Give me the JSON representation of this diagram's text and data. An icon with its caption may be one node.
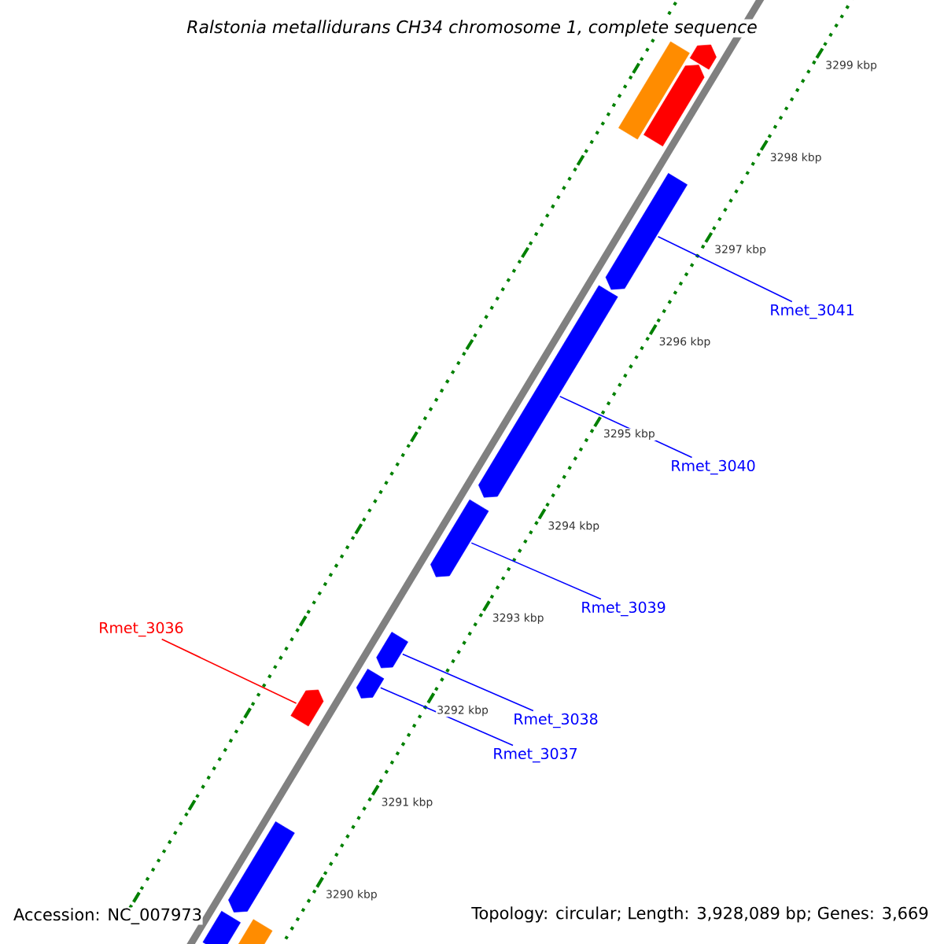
{
  "diagram": {
    "title": "Ralstonia metallidurans CH34 chromosome 1, complete sequence",
    "nodes": [
      {
        "text": [
          "Rmet_3041"
        ]
      },
      {
        "text": [
          "Rmet_3040"
        ]
      },
      {
        "text": [
          "Rmet_3039"
        ]
      },
      {
        "text": [
          "Rmet_3038"
        ]
      },
      {
        "text": [
          "Rmet_3037"
        ]
      },
      {
        "text": [
          "Rmet_3036"
        ]
      },
      {
        "text": [],
        "shape": "bar"
      },
      {
        "text": [],
        "shape": "bar"
      },
      {
        "text": [],
        "shape": "bar"
      },
      {
        "text": [],
        "shape": "bar"
      },
      {
        "text": [],
        "shape": "bar"
      },
      {
        "text": [],
        "shape": "bar"
      },
      {
        "text": [],
        "shape": "bar"
      },
      {
        "text": [],
        "shape": "bar"
      },
      {
        "text": [],
        "shape": "bar"
      },
      {
        "text": [],
        "shape": "bar"
      },
      {
        "text": [],
        "shape": "bar"
      },
      {
        "text": [],
        "shape": "bar"
      }
    ],
    "edges": [
      {
        "from": 0,
        "to": 9,
        "arrow": "none"
      },
      {
        "from": 1,
        "to": 10,
        "arrow": "none"
      },
      {
        "from": 2,
        "to": 11,
        "arrow": "none"
      },
      {
        "from": 3,
        "to": 12,
        "arrow": "none"
      },
      {
        "from": 4,
        "to": 13,
        "arrow": "none"
      },
      {
        "from": 5,
        "to": 14,
        "arrow": "none",
        "color": "#ff0000"
      }
    ],
    "labels": [
      "3299 kbp",
      "3298 kbp",
      "3297 kbp",
      "3296 kbp",
      "3295 kbp",
      "3294 kbp",
      "3293 kbp",
      "3292 kbp",
      "3291 kbp",
      "3290 kbp",
      "Accession: NC_007973",
      "Topology: circular; Length: 3,928,089 bp; Genes: 3,669"
    ]
  }
}
